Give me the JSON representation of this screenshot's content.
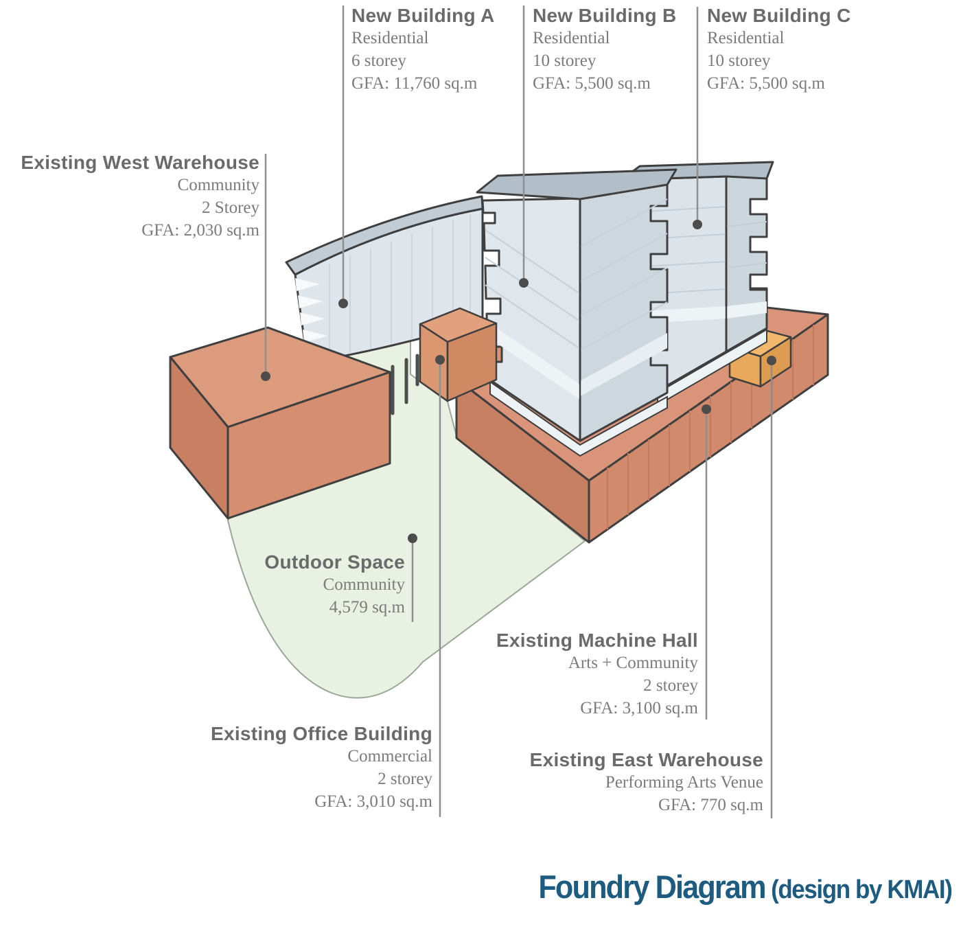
{
  "title": {
    "main": "Foundry Diagram",
    "suffix": " (design by KMAI)"
  },
  "labels": {
    "new_building_a": {
      "name": "New Building A",
      "lines": [
        "Residential",
        "6 storey",
        "GFA: 11,760 sq.m"
      ]
    },
    "new_building_b": {
      "name": "New Building B",
      "lines": [
        "Residential",
        "10 storey",
        "GFA: 5,500 sq.m"
      ]
    },
    "new_building_c": {
      "name": "New Building C",
      "lines": [
        "Residential",
        "10 storey",
        "GFA: 5,500 sq.m"
      ]
    },
    "existing_west_warehouse": {
      "name": "Existing West Warehouse",
      "lines": [
        "Community",
        "2 Storey",
        "GFA: 2,030 sq.m"
      ]
    },
    "outdoor_space": {
      "name": "Outdoor Space",
      "lines": [
        "Community",
        "4,579 sq.m"
      ]
    },
    "existing_machine_hall": {
      "name": "Existing Machine Hall",
      "lines": [
        "Arts + Community",
        "2 storey",
        "GFA: 3,100 sq.m"
      ]
    },
    "existing_office_building": {
      "name": "Existing Office Building",
      "lines": [
        "Commercial",
        "2 storey",
        "GFA: 3,010 sq.m"
      ]
    },
    "existing_east_warehouse": {
      "name": "Existing East Warehouse",
      "lines": [
        "Performing Arts Venue",
        "GFA: 770 sq.m"
      ]
    }
  },
  "colors": {
    "new_building_face": "#dfe6eb",
    "new_building_side": "#cdd7de",
    "new_building_top": "#b2bec8",
    "existing_salmon_top": "#d9947a",
    "existing_salmon_sw": "#c67f61",
    "existing_salmon_se": "#d28a6c",
    "existing_orange_top": "#f2b96e",
    "existing_orange_face": "#e9a95c",
    "outdoor_green": "#e9f1e2",
    "outline_dark": "#3f3f3f",
    "leader_gray": "#8f8f8f",
    "label_header": "#6a6a6a",
    "label_serif": "#7b7b7b",
    "title_blue": "#1d5c80"
  }
}
